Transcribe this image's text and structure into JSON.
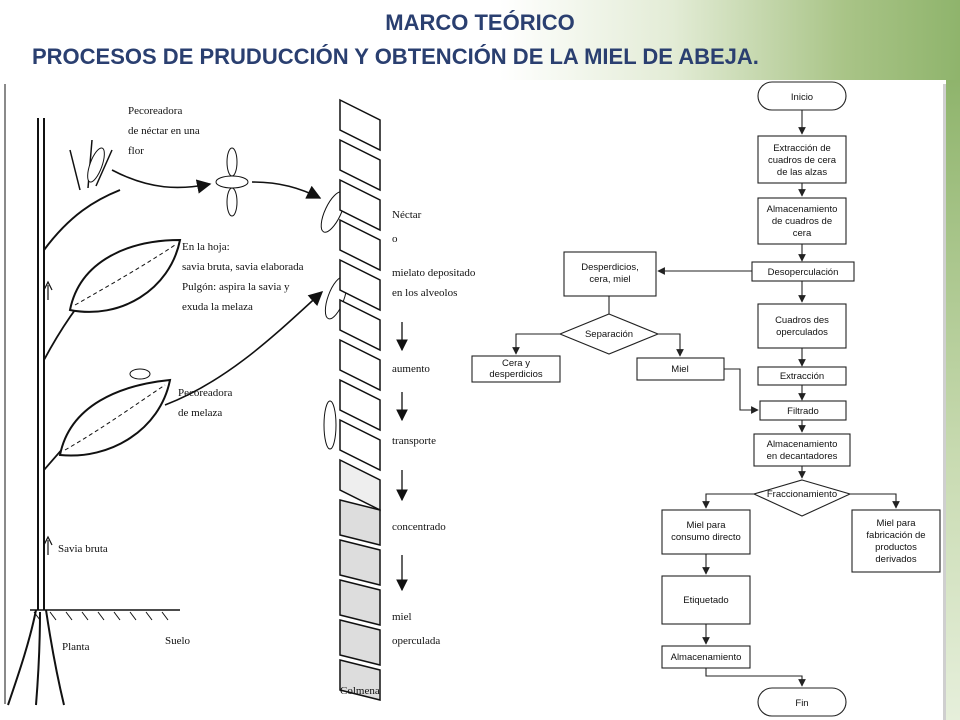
{
  "header": {
    "title": "MARCO TEÓRICO",
    "subtitle": "PROCESOS DE PRUDUCCIÓN Y OBTENCIÓN DE LA MIEL DE ABEJA."
  },
  "illustration": {
    "labels": {
      "forager_nectar_1": "Pecoreadora",
      "forager_nectar_2": "de néctar en una",
      "forager_nectar_3": "flor",
      "leaf_1": "En la hoja:",
      "leaf_2": "savia bruta,  savia elaborada",
      "leaf_3": "Pulgón: aspira la savia y",
      "leaf_4": "exuda la melaza",
      "forager_honeydew_1": "Pecoreadora",
      "forager_honeydew_2": "de melaza",
      "nectar": "Néctar",
      "or": "o",
      "honeydew_1": "mielato depositado",
      "honeydew_2": "en los alveolos",
      "increase": "aumento",
      "transport": "transporte",
      "concentrated": "concentrado",
      "capped_1": "miel",
      "capped_2": "operculada",
      "raw_sap": "Savia bruta",
      "plant": "Planta",
      "soil": "Suelo",
      "hive": "Colmena"
    }
  },
  "flowchart": {
    "start": "Inicio",
    "extraction_frames": [
      "Extracción de",
      "cuadros de cera",
      "de las alzas"
    ],
    "storage_frames": [
      "Almacenamiento",
      "de cuadros de",
      "cera"
    ],
    "uncapping": "Desoperculación",
    "waste": [
      "Desperdicios,",
      "cera, miel"
    ],
    "separation": "Separación",
    "wax_waste": [
      "Cera y",
      "desperdicios"
    ],
    "honey": "Miel",
    "uncapped_frames": [
      "Cuadros des",
      "operculados"
    ],
    "extraction": "Extracción",
    "filtering": "Filtrado",
    "storage_decanters": [
      "Almacenamiento",
      "en decantadores"
    ],
    "fractioning": "Fraccionamiento",
    "direct_consumption": [
      "Miel para",
      "consumo directo"
    ],
    "derived_products": [
      "Miel para",
      "fabricación de",
      "productos",
      "derivados"
    ],
    "labeling": "Etiquetado",
    "storage": "Almacenamiento",
    "end": "Fin"
  }
}
